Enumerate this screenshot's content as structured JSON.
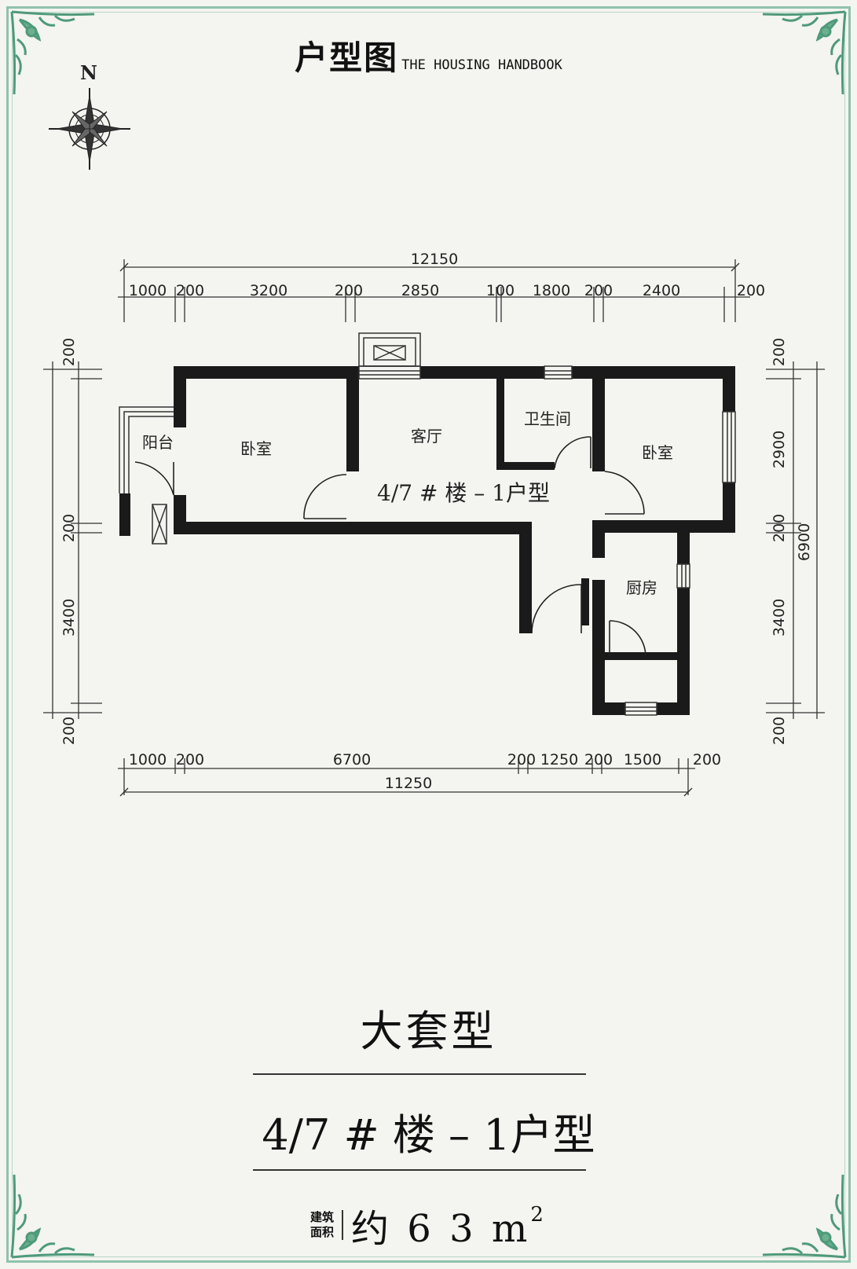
{
  "header": {
    "title_zh": "户型图",
    "title_en": "THE HOUSING HANDBOOK"
  },
  "compass": {
    "north_label": "N"
  },
  "plan": {
    "unit_label": "4/7 # 楼 – 1户型",
    "rooms": {
      "balcony": "阳台",
      "bedroom_left": "卧室",
      "living_room": "客厅",
      "bathroom": "卫生间",
      "bedroom_right": "卧室",
      "kitchen": "厨房"
    },
    "dimensions": {
      "top_total": "12150",
      "top_segments": [
        "1000",
        "200",
        "3200",
        "200",
        "2850",
        "100",
        "1800",
        "200",
        "2400",
        "200"
      ],
      "bottom_total": "11250",
      "bottom_segments": [
        "1000",
        "200",
        "6700",
        "200",
        "1250",
        "200",
        "1500",
        "200"
      ],
      "left_segments": [
        "200",
        "200",
        "3400",
        "200"
      ],
      "right_segments": [
        "200",
        "2900",
        "200",
        "3400",
        "200"
      ],
      "right_total": "6900"
    }
  },
  "footer": {
    "type_label": "大套型",
    "unit_label": "4/7 # 楼 – 1户型",
    "area_label_line1": "建筑",
    "area_label_line2": "面积",
    "area_value": "约 6 3 m",
    "area_unit_sup": "2"
  },
  "colors": {
    "frame": "#8fc2ac",
    "ornament": "#4f9a7a",
    "wall": "#1a1a1a",
    "background": "#f4f4f0"
  }
}
